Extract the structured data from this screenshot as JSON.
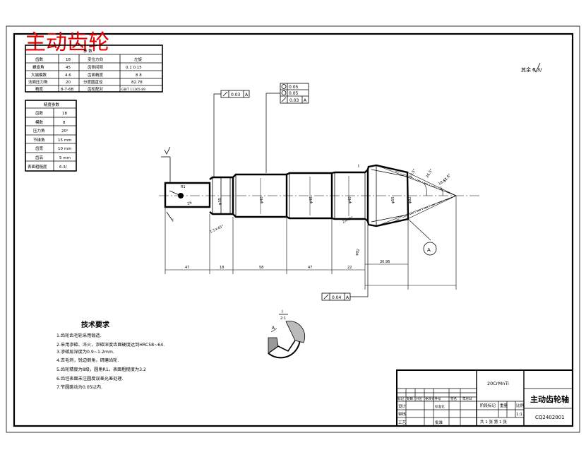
{
  "title_red": "主动齿轮",
  "surface_note": "其余",
  "surface_note_sym": "6.3/",
  "gear_table": {
    "header": "参 数",
    "rows": [
      [
        "齿数",
        "18",
        "变位方向",
        "左旋"
      ],
      [
        "螺旋角",
        "45",
        "齿侧间隙",
        "0.1  0.15"
      ],
      [
        "大端模数",
        "4.6",
        "齿面精度",
        "8 8"
      ],
      [
        "法面压力角",
        "20",
        "分度圆直径",
        "82.78"
      ],
      [
        "精度",
        "8-7-6B",
        "齿轮配对",
        "GB/T 11365-89"
      ]
    ]
  },
  "param_table": {
    "header": "精度参数",
    "rows": [
      [
        "齿数",
        "18"
      ],
      [
        "模数",
        "8"
      ],
      [
        "压力角",
        "20°"
      ],
      [
        "节锥角",
        "15 mm"
      ],
      [
        "齿宽",
        "10 mm"
      ],
      [
        "齿高",
        "5 mm"
      ],
      [
        "表面粗糙度",
        "6.3/"
      ]
    ]
  },
  "tolerances": {
    "runout_left": "0.03",
    "ref_a": "A",
    "flatness": "0.05",
    "cyl": "0.05",
    "runout_top": "0.03",
    "runout_bottom": "0.04"
  },
  "dims": [
    "47",
    "18",
    "58",
    "47",
    "22",
    "30.96",
    "1.5×45°",
    "2×45°",
    "R1",
    "26",
    "φ30",
    "φ40",
    "φ46",
    "φ40",
    "φ45",
    "φ55",
    "φ82",
    "63.5°",
    "26.5°",
    "18.6°",
    "12.8°"
  ],
  "labels": {
    "section_mark": "I",
    "section_scale": "I\n2:1",
    "detail_a": "A",
    "detail_a2": "A"
  },
  "tech": {
    "heading": "技术要求",
    "items": [
      "1.齿轮齿毛轮采用锻造.",
      "2.采用渗碳、淬火，渗碳深度齿面硬度达到HRC58~64.",
      "3.渗碳层深度为0.9~1.2mm.",
      "4.去毛刺，锐边倒角，研磨齿轮.",
      "5.齿轮精度为8级，圆角R1，表面粗糙度为3.2",
      "6.齿坯表面未注圆度误差允差处理.",
      "7.节圆跳动为0.05以内."
    ]
  },
  "title_block": {
    "material": "20CrMnTi",
    "part_name": "主动齿轮轴",
    "drawing_no": "CQ2402001",
    "scale": "1:1",
    "stage": "阶段标记",
    "weight": "重量",
    "ratio": "比例",
    "sheet": "共 1 张  第 1 张",
    "design": "设计",
    "check": "审核",
    "process": "工艺",
    "std": "标准化",
    "approve": "批准",
    "mark": "标记",
    "count": "处数",
    "zone": "分区",
    "change_no": "更改文件号",
    "sign": "签名",
    "date": "年月日"
  }
}
